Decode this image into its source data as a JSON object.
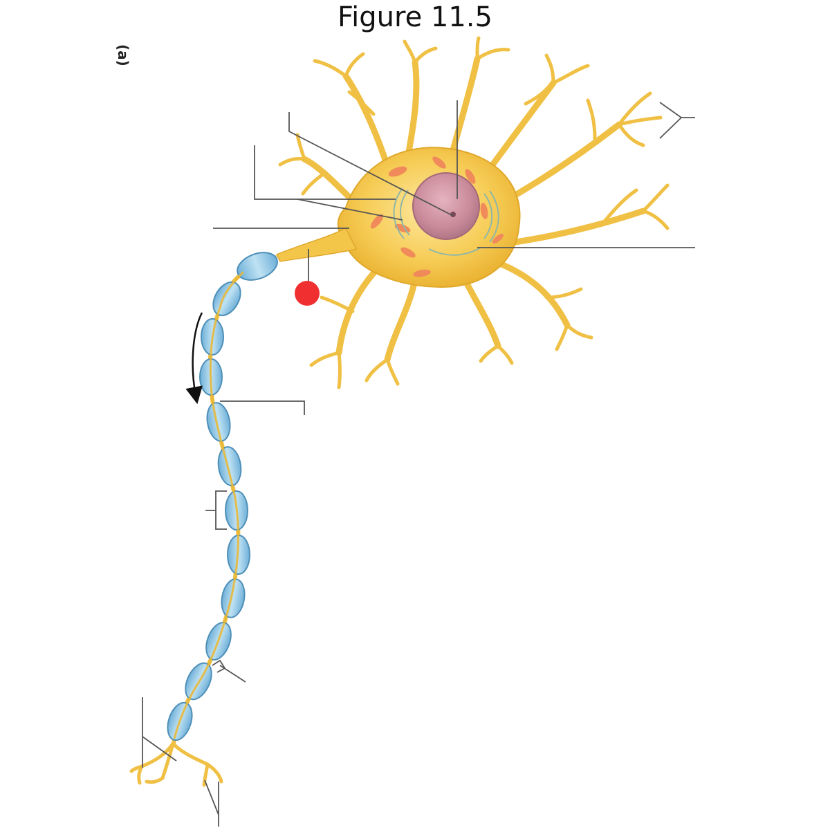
{
  "figure": {
    "title": "Figure 11.5",
    "panel_label": "(a)"
  },
  "colors": {
    "background": "#ffffff",
    "neuron_body": "#f3c64a",
    "neuron_edge": "#d99f1f",
    "nucleus": "#c98a9a",
    "myelin": "#8fc6e4",
    "myelin_edge": "#4e8fb8",
    "leader_line": "#555555",
    "marker": "#f03030"
  },
  "icons": {
    "marker": "red-dot-marker",
    "direction": "curved-arrow-icon"
  },
  "labels": []
}
